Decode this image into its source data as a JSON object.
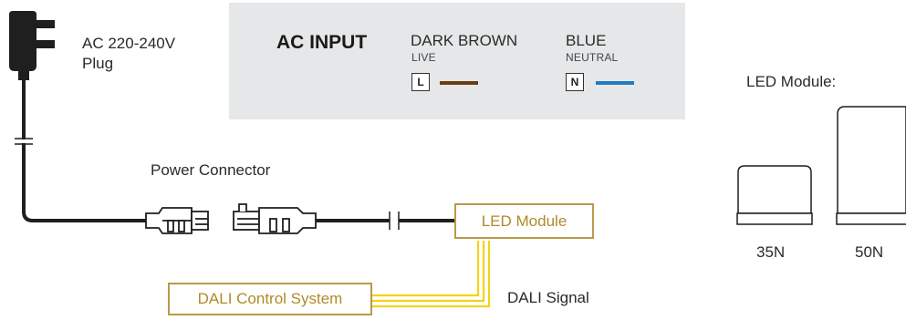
{
  "plug": {
    "line1": "AC 220-240V",
    "line2": "Plug"
  },
  "ac_input": {
    "title": "AC INPUT",
    "live": {
      "name": "DARK BROWN",
      "sub": "LIVE",
      "terminal": "L",
      "color": "#6b3d12"
    },
    "neutral": {
      "name": "BLUE",
      "sub": "NEUTRAL",
      "terminal": "N",
      "color": "#1f7bc4"
    }
  },
  "power_connector": {
    "label": "Power Connector"
  },
  "led_box": {
    "label": "LED Module"
  },
  "dali_box": {
    "label": "DALI Control System"
  },
  "dali_signal": {
    "label": "DALI Signal"
  },
  "led_module": {
    "title": "LED Module:",
    "sizes": [
      {
        "label": "35N"
      },
      {
        "label": "50N"
      }
    ]
  },
  "colors": {
    "accent_gold": "#b89a4a",
    "signal_yellow": "#f2d21a",
    "cable": "#1f1f1f"
  }
}
